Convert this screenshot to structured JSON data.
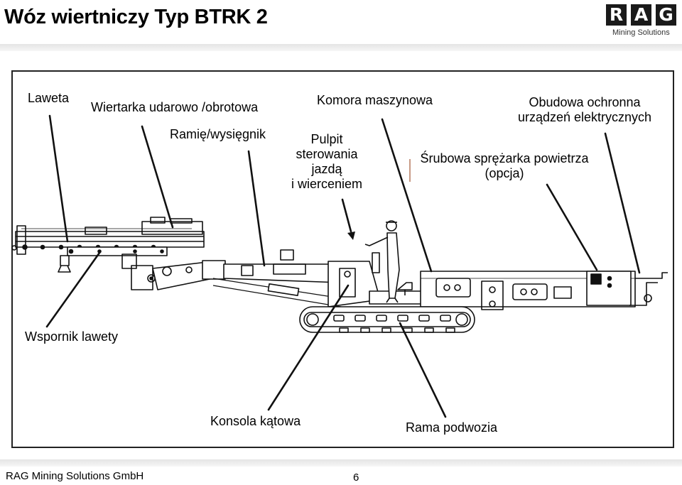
{
  "header": {
    "title": "Wóz wiertniczy Typ BTRK 2",
    "logo": {
      "letters": [
        "R",
        "A",
        "G"
      ],
      "subtitle": "Mining Solutions"
    }
  },
  "labels": {
    "laweta": "Laweta",
    "wiertarka": "Wiertarka udarowo /obrotowa",
    "ramie": "Ramię/wysięgnik",
    "komora": "Komora maszynowa",
    "pulpit": [
      "Pulpit",
      "sterowania",
      "jazdą",
      "i wierceniem"
    ],
    "obudowa": [
      "Obudowa ochronna",
      "urządzeń elektrycznych"
    ],
    "sprezarka": [
      "Śrubowa sprężarka powietrza",
      "(opcja)"
    ],
    "wspornik": "Wspornik lawety",
    "konsola": "Konsola kątowa",
    "rama": "Rama podwozia"
  },
  "footer": {
    "company": "RAG Mining Solutions GmbH",
    "page": "6"
  }
}
